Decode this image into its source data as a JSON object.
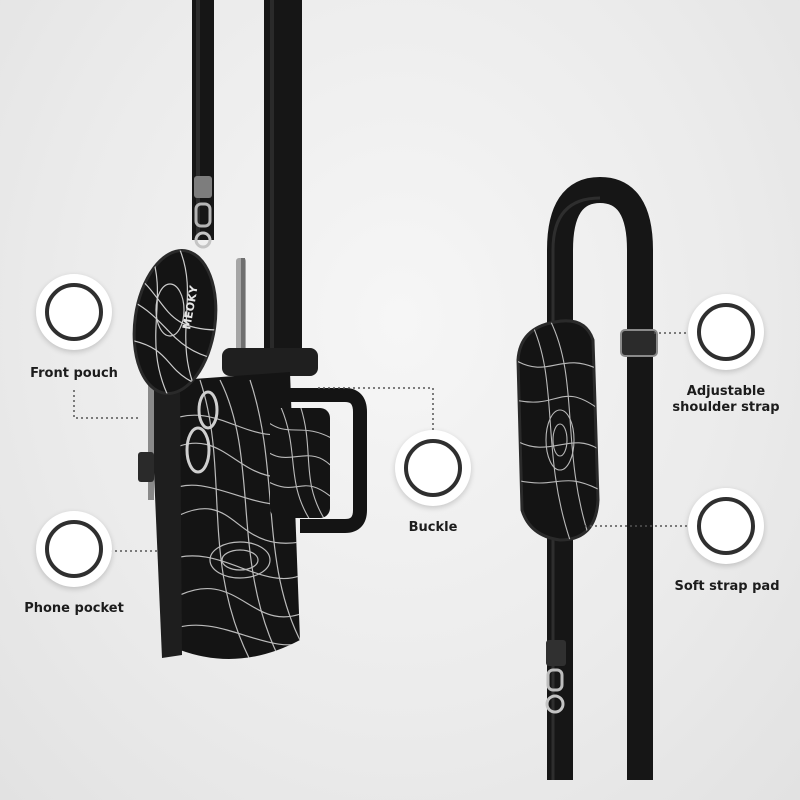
{
  "features": [
    {
      "id": "front-pouch",
      "label": "Front pouch",
      "icon": "circle-ring-icon"
    },
    {
      "id": "phone-pocket",
      "label": "Phone pocket",
      "icon": "circle-ring-icon"
    },
    {
      "id": "buckle",
      "label": "Buckle",
      "icon": "circle-ring-icon"
    },
    {
      "id": "adjustable-shoulder-strap",
      "label_line1": "Adjustable",
      "label_line2": "shoulder strap",
      "icon": "circle-ring-icon"
    },
    {
      "id": "soft-strap-pad",
      "label": "Soft strap pad",
      "icon": "circle-ring-icon"
    }
  ],
  "product": {
    "pouch_brand": "MEOKY"
  },
  "colors": {
    "background": "#ececec",
    "product": "#161616",
    "pattern": "#d9d9d9",
    "ring": "#2f2f2f"
  }
}
